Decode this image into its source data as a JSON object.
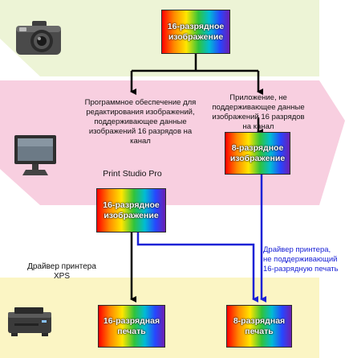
{
  "colors": {
    "band_camera": "#edf4d6",
    "band_pc": "#f8cfe0",
    "band_printer": "#fbf5c4",
    "arrow_black": "#000000",
    "arrow_blue": "#1a22d6"
  },
  "icons": [
    "camera-icon",
    "monitor-icon",
    "printer-icon"
  ],
  "source_image": {
    "text": "16-разрядное\nизображение"
  },
  "app_16bit": {
    "text": "Программное обеспечение для\nредактирования изображений,\nподдерживающее данные\nизображений 16 разрядов на\nканал"
  },
  "app_8bit": {
    "text": "Приложение, не\nподдерживающее данные\nизображений 16 разрядов\nна канал"
  },
  "image_8bit": {
    "text": "8-разрядное\nизображение"
  },
  "print_studio": {
    "text": "Print Studio Pro"
  },
  "image_16bit_ps": {
    "text": "16-разрядное\nизображение"
  },
  "driver_xps": {
    "text": "Драйвер принтера\nXPS"
  },
  "driver_8bit": {
    "text": "Драйвер принтера,\nне поддерживающий\n16-разрядную печать"
  },
  "print_16bit": {
    "text": "16-разрядная\nпечать"
  },
  "print_8bit": {
    "text": "8-разрядная\nпечать"
  }
}
